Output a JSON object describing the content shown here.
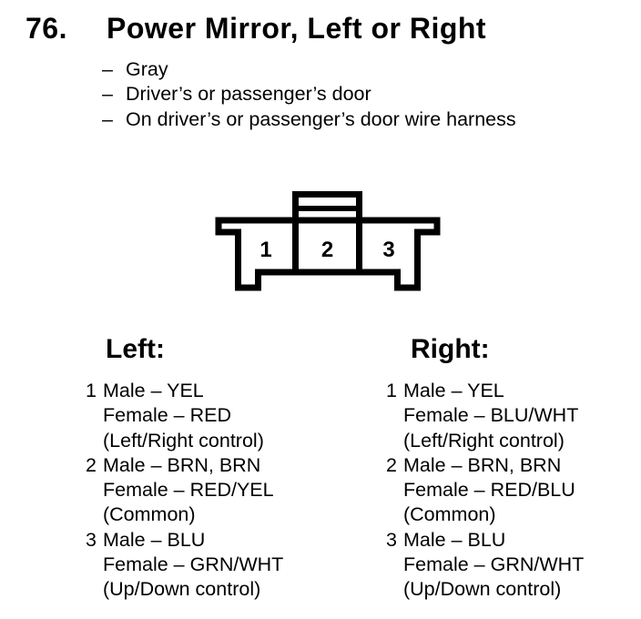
{
  "page": {
    "background": "#ffffff",
    "ink": "#000000"
  },
  "title": {
    "number": "76.",
    "text": "Power Mirror, Left or Right"
  },
  "bullets": [
    {
      "marker": "–",
      "text": "Gray"
    },
    {
      "marker": "–",
      "text": "Driver’s or passenger’s door"
    },
    {
      "marker": "–",
      "text": "On driver’s or passenger’s door wire harness"
    }
  ],
  "connector": {
    "description": "3-pin connector front view with top latch",
    "pins": [
      "1",
      "2",
      "3"
    ]
  },
  "columns": [
    {
      "header": "Left:",
      "pins": [
        {
          "num": "1",
          "lines": [
            "Male – YEL",
            "Female – RED",
            "(Left/Right control)"
          ]
        },
        {
          "num": "2",
          "lines": [
            "Male – BRN, BRN",
            "Female – RED/YEL",
            "(Common)"
          ]
        },
        {
          "num": "3",
          "lines": [
            "Male – BLU",
            "Female – GRN/WHT",
            "(Up/Down control)"
          ]
        }
      ]
    },
    {
      "header": "Right:",
      "pins": [
        {
          "num": "1",
          "lines": [
            "Male – YEL",
            "Female – BLU/WHT",
            "(Left/Right control)"
          ]
        },
        {
          "num": "2",
          "lines": [
            "Male – BRN, BRN",
            "Female – RED/BLU",
            "(Common)"
          ]
        },
        {
          "num": "3",
          "lines": [
            "Male – BLU",
            "Female – GRN/WHT",
            "(Up/Down control)"
          ]
        }
      ]
    }
  ]
}
